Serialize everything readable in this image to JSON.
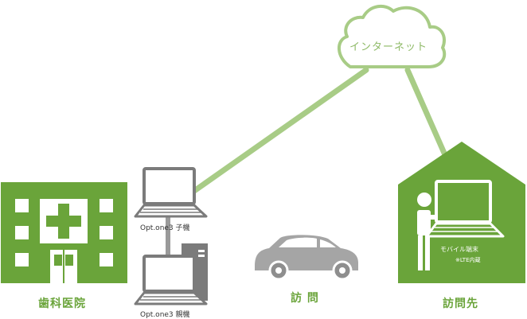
{
  "cloud": {
    "label": "インターネット"
  },
  "clinic": {
    "label": "歯科医院"
  },
  "visit": {
    "label": "訪 問"
  },
  "destination": {
    "label": "訪問先"
  },
  "child_unit": {
    "label": "Opt.one3 子機"
  },
  "parent_unit": {
    "label": "Opt.one3 親機"
  },
  "mobile": {
    "label": "モバイル端末",
    "note": "※LTE内蔵"
  },
  "colors": {
    "building_green": "#6aa43a",
    "line_green": "#a8cc86",
    "cloud_text": "#8db965",
    "laptop_gray": "#7b7b7b",
    "car_gray": "#a5a5a5"
  }
}
